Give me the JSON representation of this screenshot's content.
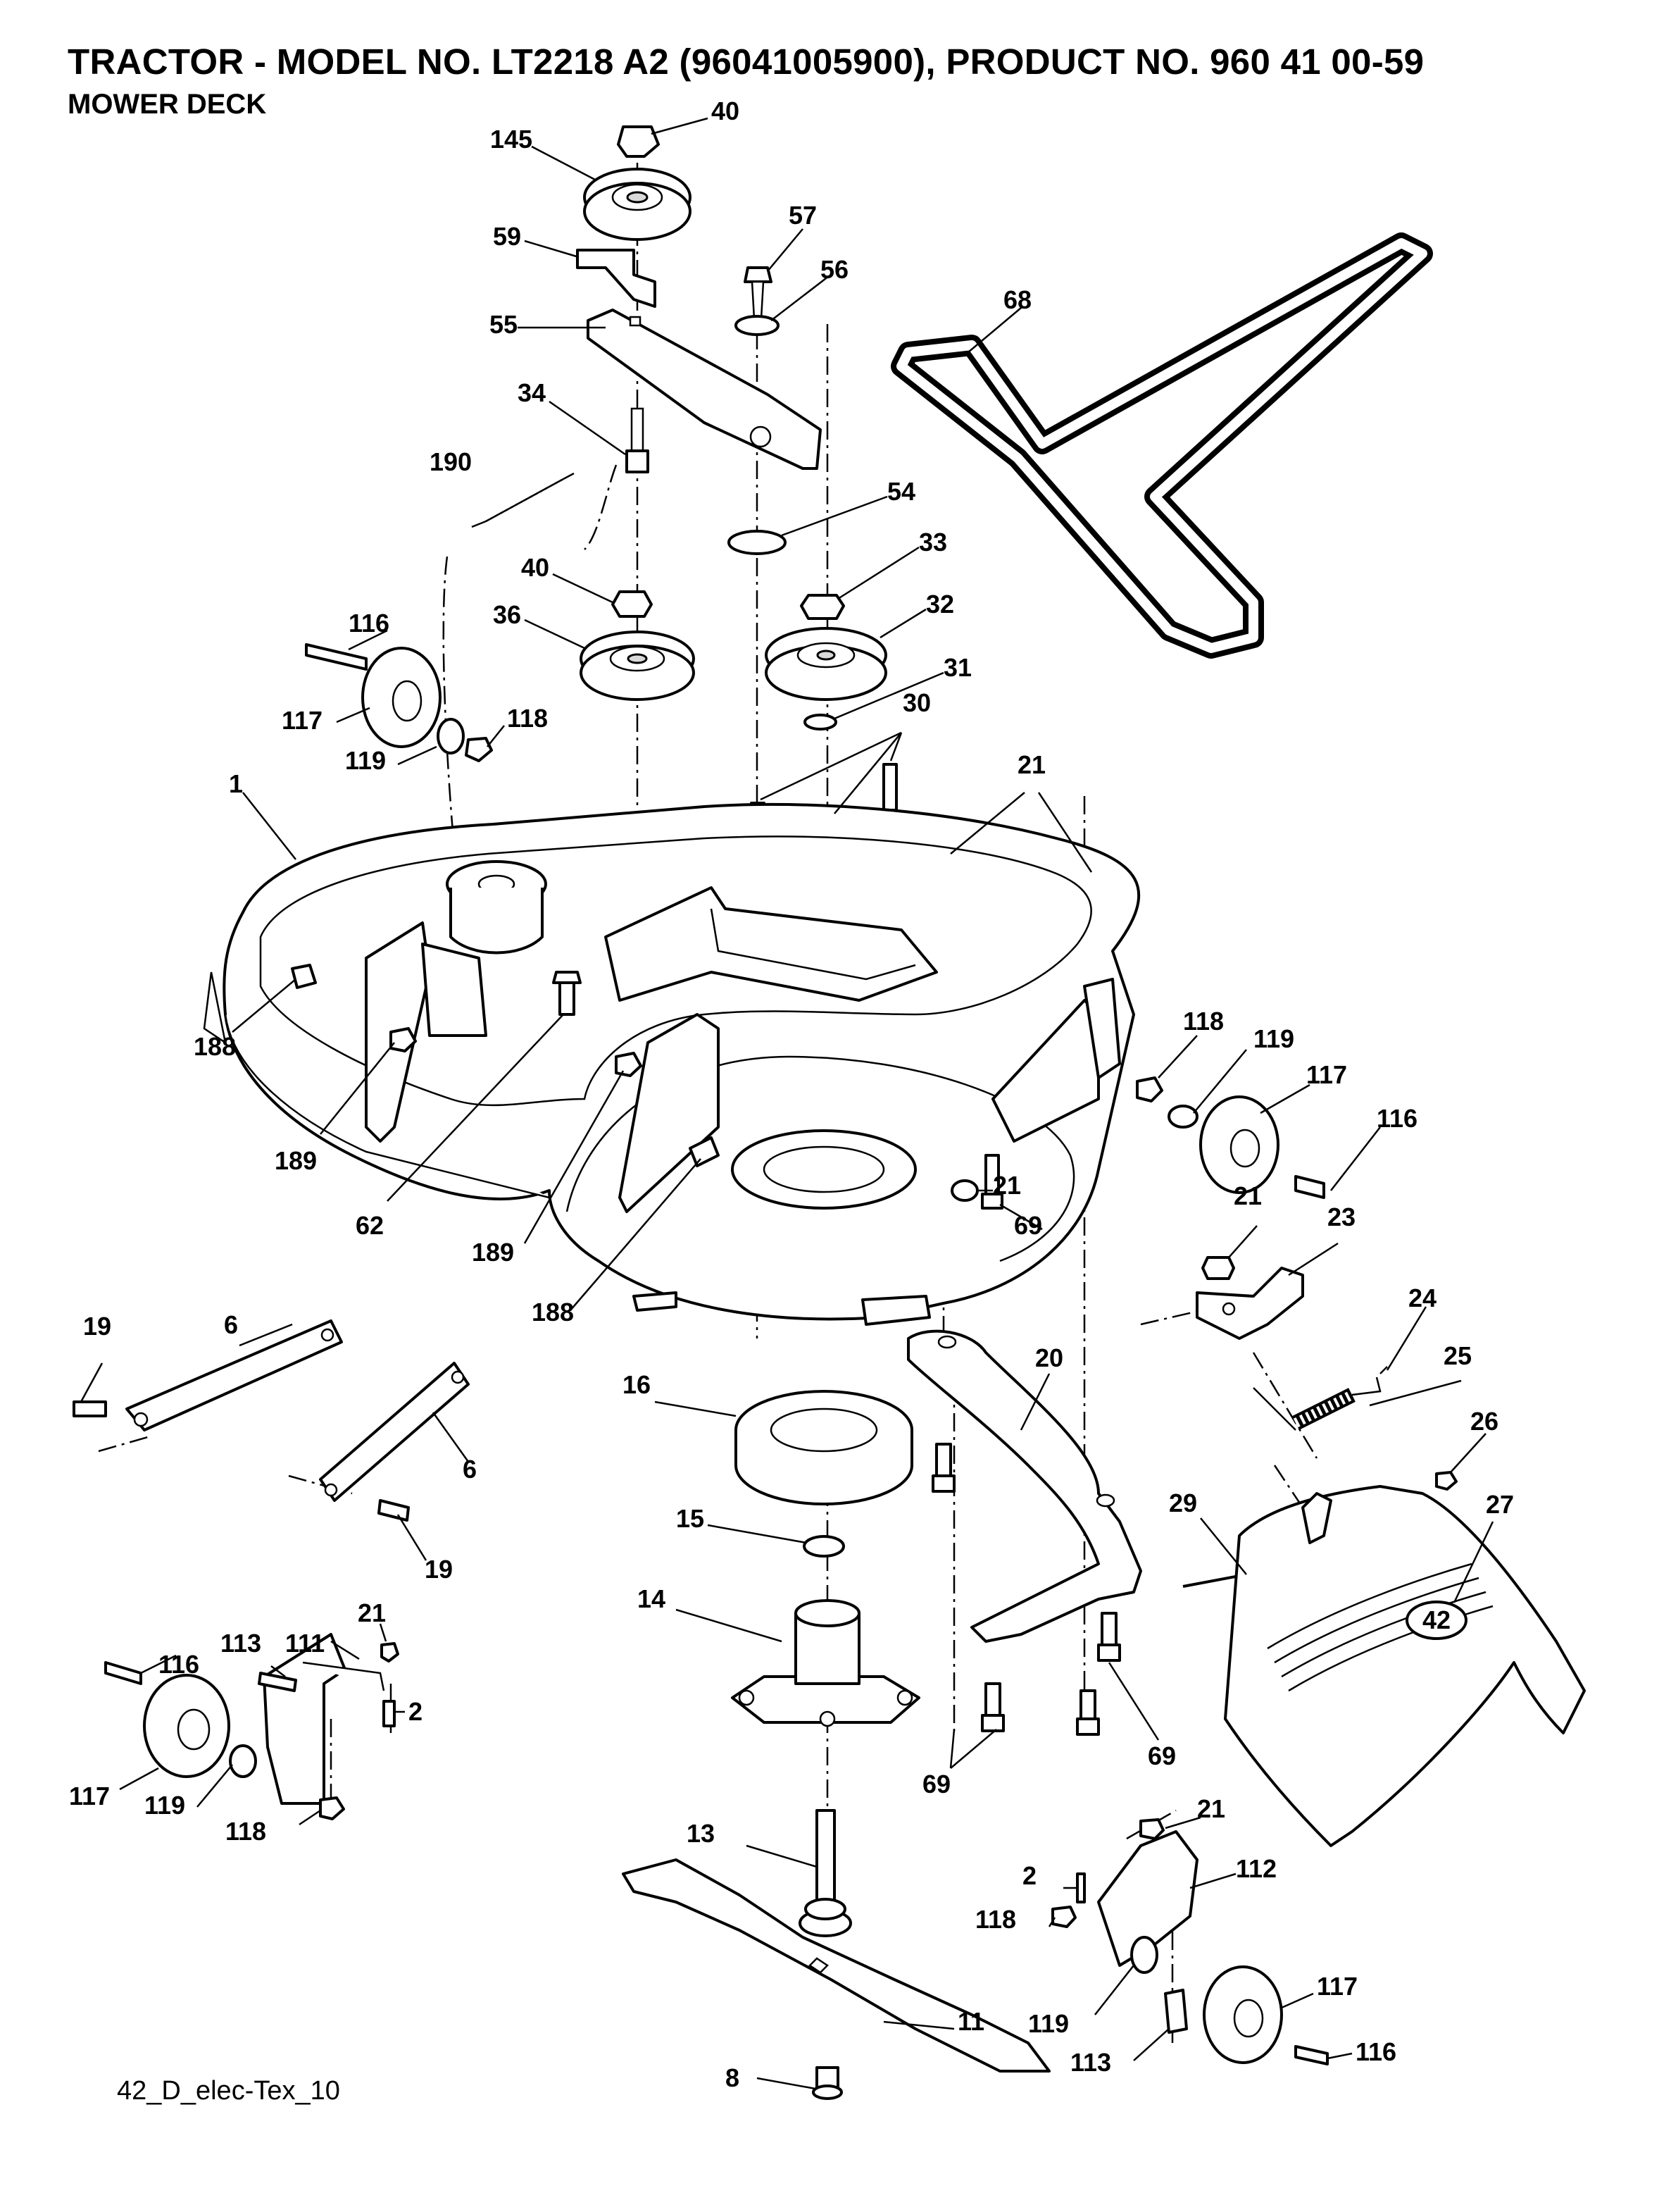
{
  "header": {
    "title": "TRACTOR - MODEL NO. LT2218 A2 (96041005900), PRODUCT NO. 960 41 00-59",
    "subtitle": "MOWER DECK"
  },
  "footer": {
    "code": "42_D_elec-Tex_10"
  },
  "chute_badge": "42",
  "callouts": [
    "40",
    "145",
    "59",
    "57",
    "56",
    "55",
    "34",
    "68",
    "190",
    "54",
    "33",
    "40",
    "36",
    "32",
    "116",
    "31",
    "117",
    "118",
    "119",
    "30",
    "21",
    "1",
    "118",
    "119",
    "117",
    "116",
    "188",
    "189",
    "69",
    "62",
    "21",
    "189",
    "21",
    "23",
    "188",
    "24",
    "6",
    "19",
    "20",
    "25",
    "16",
    "26",
    "6",
    "19",
    "15",
    "29",
    "27",
    "14",
    "113",
    "111",
    "21",
    "116",
    "2",
    "117",
    "119",
    "69",
    "69",
    "118",
    "13",
    "21",
    "112",
    "2",
    "118",
    "11",
    "119",
    "117",
    "113",
    "116",
    "8"
  ]
}
